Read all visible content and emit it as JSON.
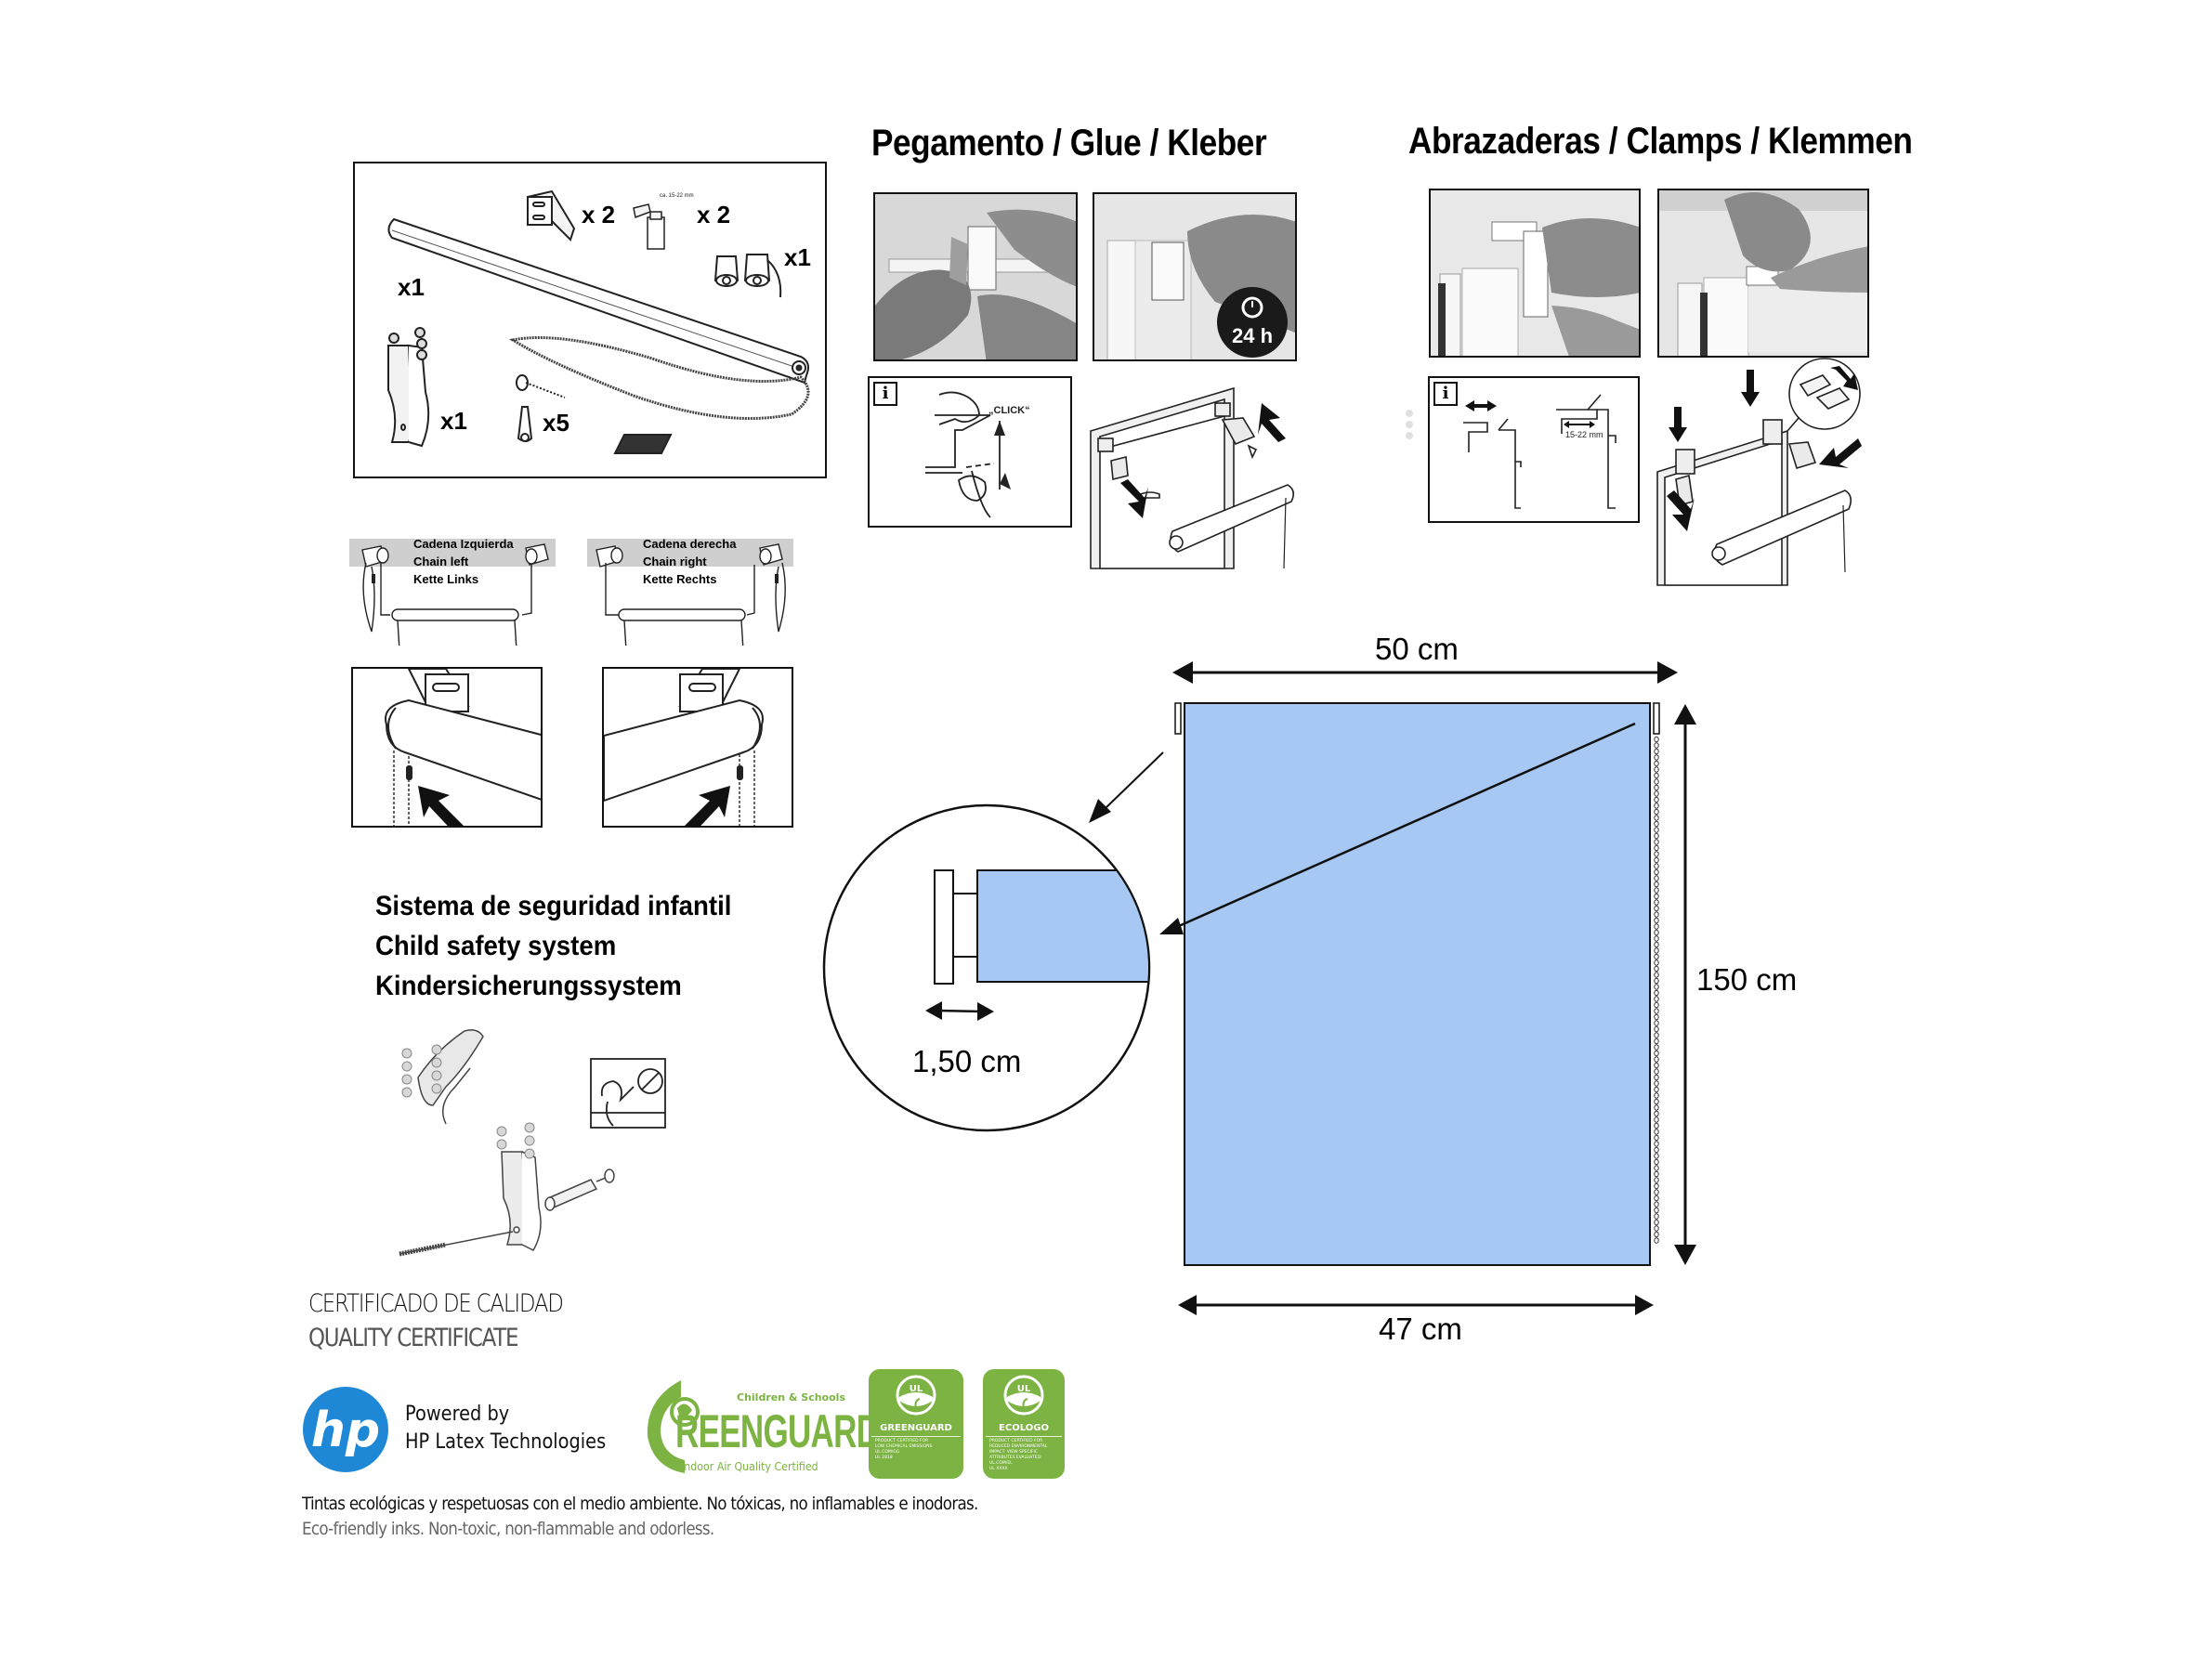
{
  "parts_box": {
    "quantities": {
      "roller_blind": "x1",
      "brackets": "x 2",
      "clamps": "x 2",
      "end_caps": "x1",
      "safety_clip": "x1",
      "screws_plugs": "x5"
    },
    "clamp_range_label": "ca. 15-22 mm"
  },
  "glue_section": {
    "title": "Pegamento / Glue / Kleber",
    "timer_label": "24 h",
    "info_icon": "i",
    "click_label": "„CLICK“"
  },
  "clamps_section": {
    "title": "Abrazaderas / Clamps / Klemmen",
    "info_icon": "i",
    "range_label": "15-22 mm"
  },
  "chain_left": {
    "lines": [
      "Cadena Izquierda",
      "Chain left",
      "Kette Links"
    ]
  },
  "chain_right": {
    "lines": [
      "Cadena derecha",
      "Chain right",
      "Kette Rechts"
    ]
  },
  "child_safety": {
    "lines": [
      "Sistema de seguridad infantil",
      "Child safety system",
      "Kindersicherungssystem"
    ]
  },
  "dimensions": {
    "top_width": "50 cm",
    "bottom_width": "47 cm",
    "height": "150 cm",
    "bracket_offset": "1,50 cm",
    "fabric_color": "#a6c8f3"
  },
  "certificates": {
    "heading_es": "CERTIFICADO DE CALIDAD",
    "heading_en": "QUALITY CERTIFICATE",
    "hp_logo": "hp",
    "hp_line1": "Powered by",
    "hp_line2": "HP Latex Technologies",
    "greenguard_top": "Children & Schools",
    "greenguard_name": "REENGUARD",
    "greenguard_sub": "Indoor Air Quality Certified",
    "ul_greenguard": {
      "mark": "UL",
      "name": "GREENGUARD",
      "text": [
        "PRODUCT CERTIFIED FOR",
        "LOW CHEMICAL EMISSIONS",
        "UL.COM/GG",
        "UL 2818"
      ]
    },
    "ul_ecologo": {
      "mark": "UL",
      "name": "ECOLOGO",
      "text": [
        "PRODUCT CERTIFIED FOR",
        "REDUCED ENVIRONMENTAL",
        "IMPACT. VIEW SPECIFIC",
        "ATTRIBUTES EVALUATED:",
        "UL.COM/EL",
        "UL XXXX"
      ]
    },
    "eco_es": "Tintas ecológicas y respetuosas con el medio ambiente. No tóxicas, no inflamables e inodoras.",
    "eco_en": "Eco-friendly inks. Non-toxic, non-flammable and odorless.",
    "brand_green": "#7cb342",
    "hp_blue": "#1e88d6"
  }
}
